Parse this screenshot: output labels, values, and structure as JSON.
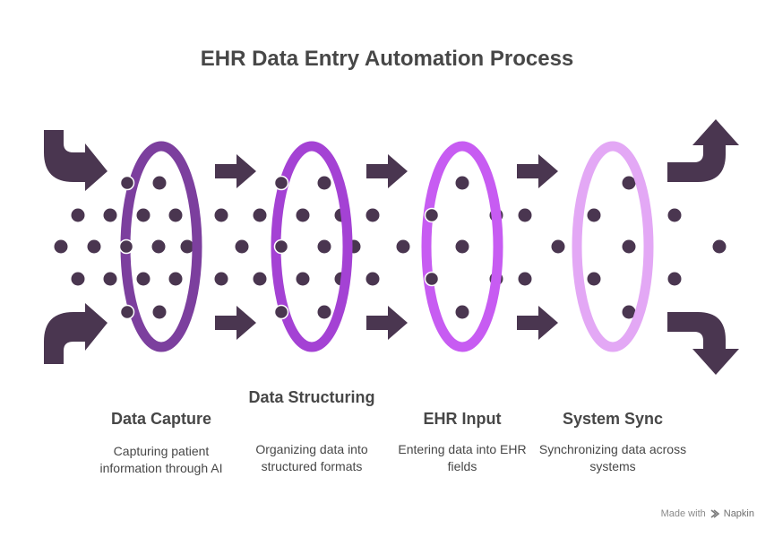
{
  "title": "EHR Data Entry Automation Process",
  "stages": [
    {
      "title": "Data Capture",
      "description": "Capturing patient information through AI",
      "color": "#7c3f9e"
    },
    {
      "title": "Data Structuring",
      "description": "Organizing data into structured formats",
      "color": "#a442d4"
    },
    {
      "title": "EHR Input",
      "description": "Entering data into EHR fields",
      "color": "#c75cf2"
    },
    {
      "title": "System Sync",
      "description": "Synchronizing data across systems",
      "color": "#e3a8f5"
    }
  ],
  "colors": {
    "dots": "#4a3650",
    "arrows": "#4a3650",
    "text": "#474747"
  },
  "credit": {
    "prefix": "Made with",
    "brand": "Napkin",
    "icon": "napkin-logo-icon"
  }
}
